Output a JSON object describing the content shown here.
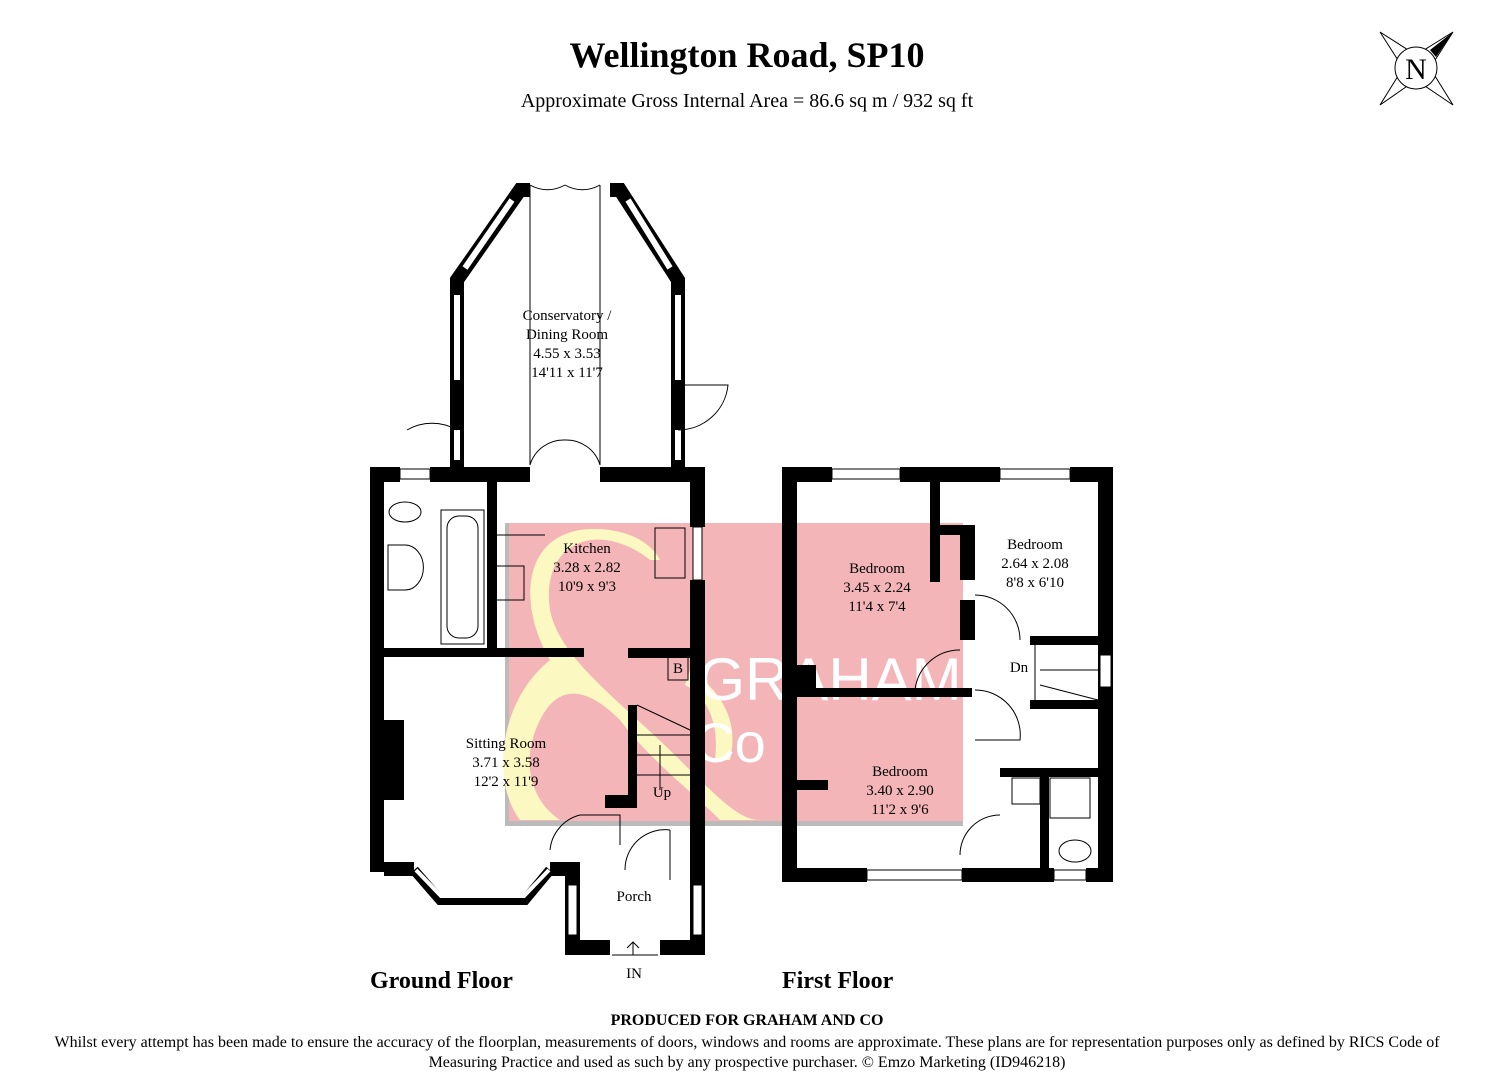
{
  "header": {
    "title": "Wellington Road, SP10",
    "subtitle": "Approximate Gross Internal Area = 86.6 sq m / 932 sq ft"
  },
  "compass": {
    "letter": "N",
    "icon": "north-compass-icon"
  },
  "watermark": {
    "brand": "GRAHAM & Co",
    "line1": "GRAHAM",
    "line2": "Co",
    "pink": "#f4b5b8",
    "yellow": "#fcf8c2"
  },
  "ground_floor": {
    "label": "Ground Floor",
    "rooms": [
      {
        "name": "Conservatory /",
        "name2": "Dining Room",
        "metric": "4.55 x 3.53",
        "imperial": "14'11 x 11'7"
      },
      {
        "name": "Kitchen",
        "metric": "3.28 x 2.82",
        "imperial": "10'9 x 9'3"
      },
      {
        "name": "Sitting Room",
        "metric": "3.71 x 3.58",
        "imperial": "12'2 x 11'9"
      },
      {
        "name": "Porch"
      }
    ],
    "entrance": "IN",
    "stairs": "Up",
    "boiler": "B"
  },
  "first_floor": {
    "label": "First Floor",
    "rooms": [
      {
        "name": "Bedroom",
        "metric": "3.45 x 2.24",
        "imperial": "11'4 x 7'4"
      },
      {
        "name": "Bedroom",
        "metric": "2.64 x 2.08",
        "imperial": "8'8 x 6'10"
      },
      {
        "name": "Bedroom",
        "metric": "3.40 x 2.90",
        "imperial": "11'2 x 9'6"
      }
    ],
    "stairs": "Dn"
  },
  "footer": {
    "produced": "PRODUCED FOR GRAHAM AND CO",
    "disclaimer": "Whilst every attempt has been made to ensure the accuracy of the floorplan, measurements of doors, windows and rooms are approximate. These plans are for representation purposes only as defined by RICS Code of Measuring Practice and used as such by any prospective purchaser. © Emzo Marketing (ID946218)"
  }
}
